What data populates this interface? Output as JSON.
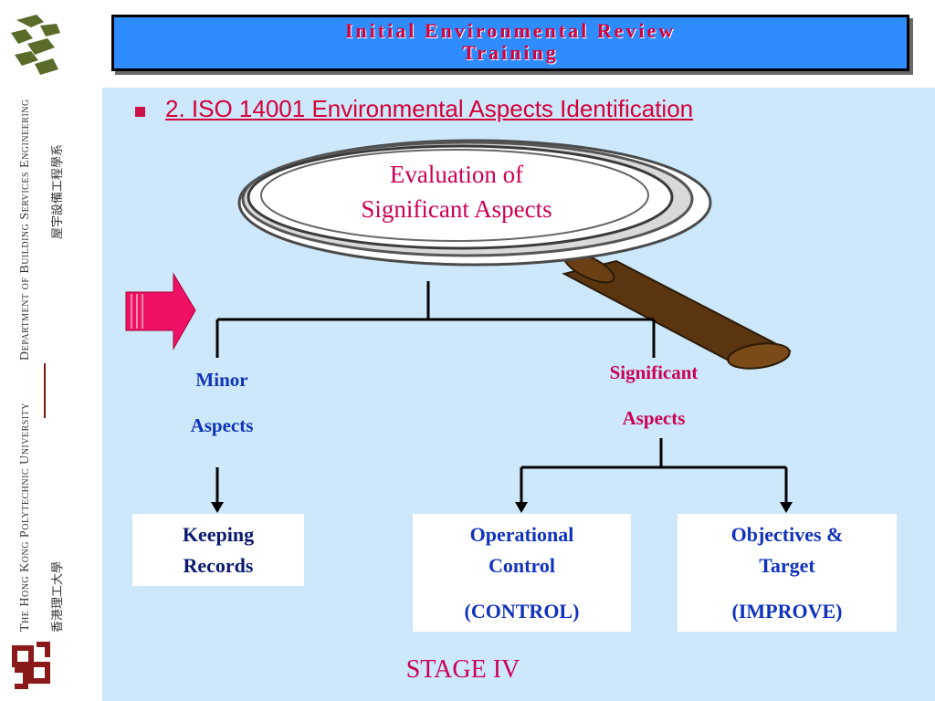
{
  "sidebar": {
    "department_en": "Department of Building Services Engineering",
    "department_zh": "屋宇設備工程學系",
    "university_en": "The Hong Kong Polytechnic University",
    "university_zh": "香港理工大學"
  },
  "title": {
    "line1": "Initial Environmental Review",
    "line2": "Training"
  },
  "heading": "2. ISO 14001 Environmental Aspects Identification",
  "diagram": {
    "lens_line1": "Evaluation of",
    "lens_line2": "Significant Aspects",
    "minor_line1": "Minor",
    "minor_line2": "Aspects",
    "significant_line1": "Significant",
    "significant_line2": "Aspects",
    "box_keeping_line1": "Keeping",
    "box_keeping_line2": "Records",
    "box_operational_line1": "Operational",
    "box_operational_line2": "Control",
    "box_operational_line3": "(CONTROL)",
    "box_objectives_line1": "Objectives &",
    "box_objectives_line2": "Target",
    "box_objectives_line3": "(IMPROVE)",
    "stage": "STAGE IV"
  },
  "colors": {
    "title_bg": "#2f8cff",
    "title_text": "#d4003a",
    "panel_bg": "#cce8fa",
    "heading": "#d4003a",
    "accent_blue": "#1133bb",
    "accent_magenta": "#cc0055",
    "arrow": "#ee1166"
  }
}
